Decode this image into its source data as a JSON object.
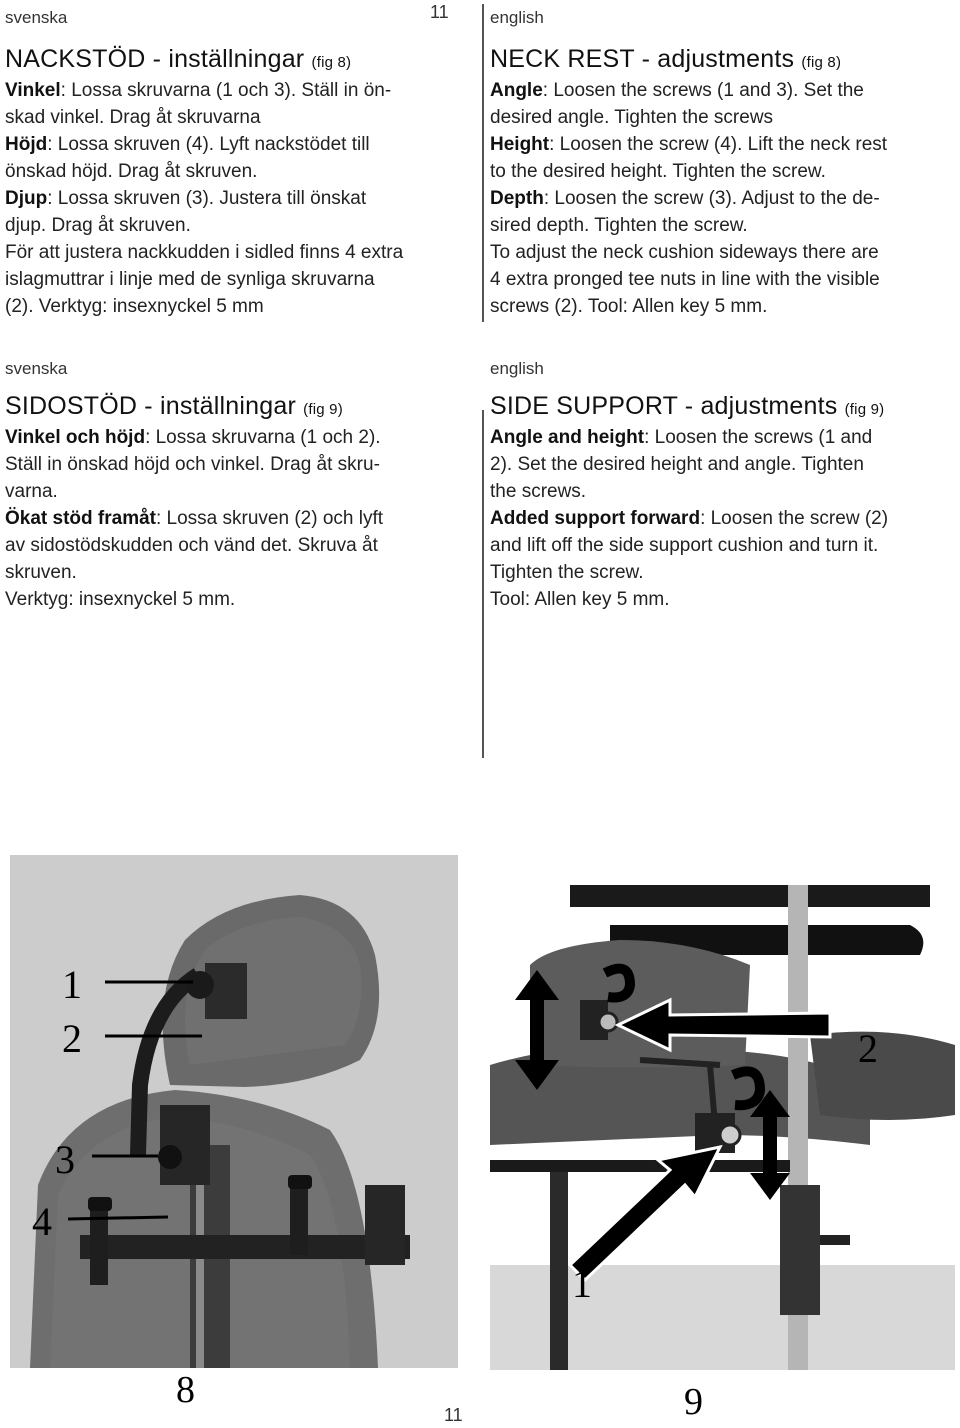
{
  "page": {
    "number_top": "11",
    "number_bottom": "11"
  },
  "neck_sv": {
    "lang": "svenska",
    "heading": "NACKSTÖD - inställningar",
    "fig": "(fig 8)",
    "l1a": "Vinkel",
    "l1b": ": Lossa skruvarna (1 och 3). Ställ in ön-",
    "l2": "skad vinkel. Drag åt skruvarna",
    "l3a": "Höjd",
    "l3b": ": Lossa skruven (4). Lyft nackstödet till",
    "l4": "önskad höjd. Drag åt skruven.",
    "l5a": "Djup",
    "l5b": ": Lossa skruven (3). Justera till önskat",
    "l6": "djup. Drag åt skruven.",
    "l7": "För att justera nackkudden i sidled finns 4 extra",
    "l8": "islagmuttrar i linje med de synliga skruvarna",
    "l9": "(2). Verktyg: insexnyckel 5 mm"
  },
  "neck_en": {
    "lang": "english",
    "heading": "NECK REST - adjustments",
    "fig": "(fig 8)",
    "l1a": "Angle",
    "l1b": ": Loosen the screws (1 and 3). Set the",
    "l2": "desired angle. Tighten the screws",
    "l3a": "Height",
    "l3b": ": Loosen the screw (4). Lift the neck rest",
    "l4": "to the desired height. Tighten the screw.",
    "l5a": "Depth",
    "l5b": ": Loosen the screw (3). Adjust to the de-",
    "l6": "sired depth. Tighten the screw.",
    "l7": "To adjust the neck cushion sideways there are",
    "l8": "4 extra pronged tee nuts in line with the visible",
    "l9": "screws (2). Tool: Allen key 5 mm."
  },
  "side_sv": {
    "lang": "svenska",
    "heading": "SIDOSTÖD - inställningar",
    "fig": "(fig 9)",
    "l1a": "Vinkel och höjd",
    "l1b": ": Lossa skruvarna (1 och 2).",
    "l2": "Ställ in önskad höjd och vinkel. Drag åt skru-",
    "l3": "varna.",
    "l4a": "Ökat stöd framåt",
    "l4b": ": Lossa skruven (2) och lyft",
    "l5": "av sidostödskudden och vänd det. Skruva åt",
    "l6": "skruven.",
    "l7": "Verktyg: insexnyckel 5 mm."
  },
  "side_en": {
    "lang": "english",
    "heading": "SIDE SUPPORT - adjustments",
    "fig": "(fig 9)",
    "l1a": "Angle and height",
    "l1b": ": Loosen the screws (1 and",
    "l2": "2). Set the desired height and angle. Tighten",
    "l3": "the screws.",
    "l4a": "Added support forward",
    "l4b": ": Loosen the screw (2)",
    "l5": "and lift off the side support cushion and turn it.",
    "l6": "Tighten the screw.",
    "l7": "Tool: Allen key 5 mm."
  },
  "fig8": {
    "number": "8",
    "callouts": [
      "1",
      "2",
      "3",
      "4"
    ]
  },
  "fig9": {
    "number": "9",
    "callouts": [
      "2",
      "1"
    ]
  }
}
